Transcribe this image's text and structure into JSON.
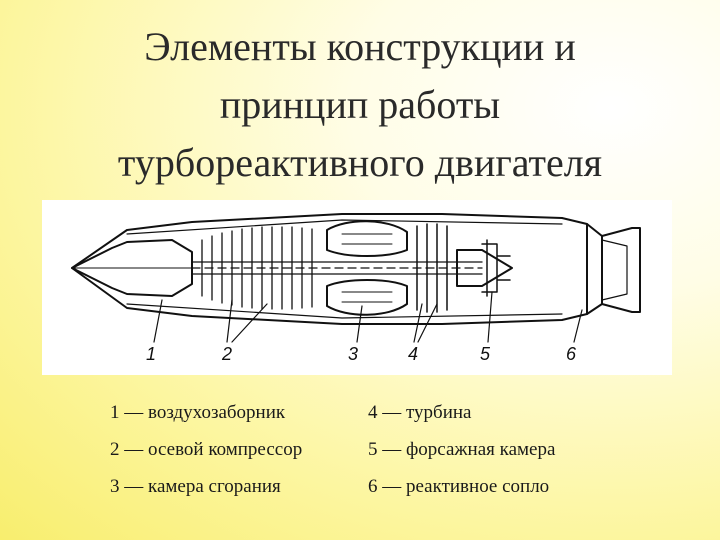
{
  "title": {
    "line1": "Элементы конструкции и",
    "line2": "принцип работы",
    "line3": "турбореактивного двигателя"
  },
  "diagram": {
    "callouts": [
      "1",
      "2",
      "3",
      "4",
      "5",
      "6"
    ]
  },
  "legend": {
    "items": [
      "1 — воздухозаборник",
      "4 — турбина",
      "2 — осевой компрессор",
      "5 — форсажная камера",
      "3 — камера сгорания",
      "6 — реактивное сопло"
    ]
  },
  "colors": {
    "background": "#fdf7a8",
    "line": "#111111"
  }
}
